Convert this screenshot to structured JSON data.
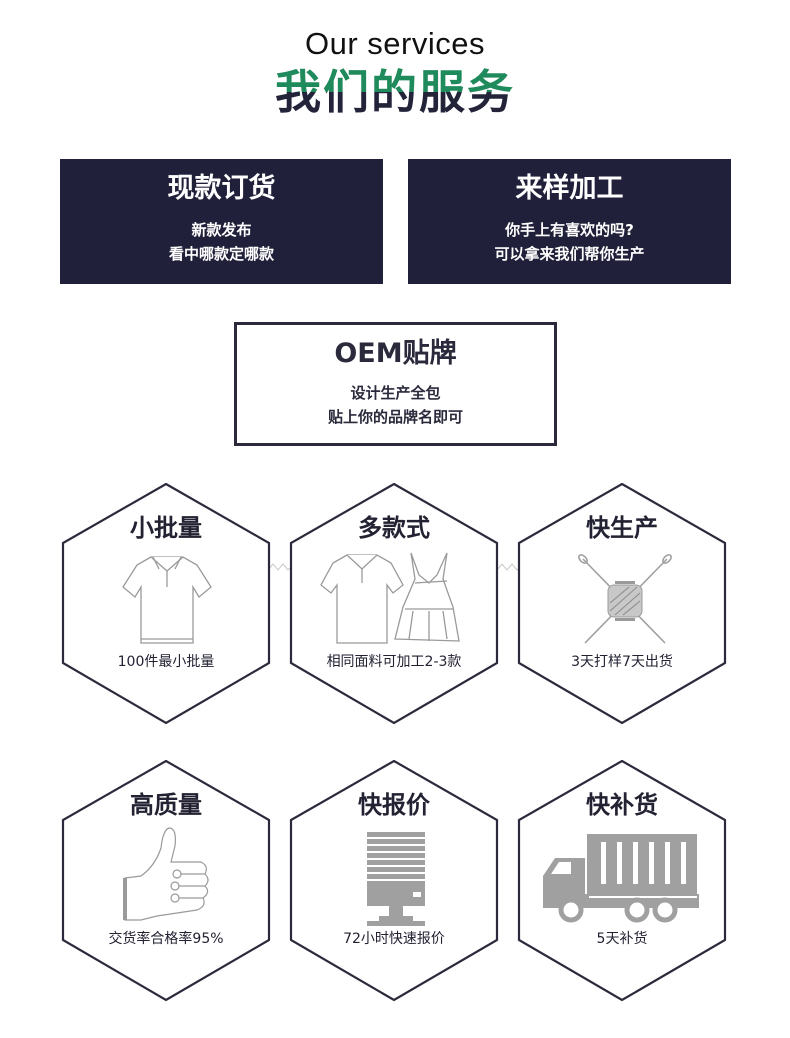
{
  "header": {
    "en_title": "Our services",
    "cn_title": "我们的服务",
    "colors": {
      "green": "#1f8a5c",
      "navy": "#23233a"
    }
  },
  "top_cards": [
    {
      "title": "现款订货",
      "lines": [
        "新款发布",
        "看中哪款定哪款"
      ]
    },
    {
      "title": "来样加工",
      "lines": [
        "你手上有喜欢的吗?",
        "可以拿来我们帮你生产"
      ]
    }
  ],
  "oem_card": {
    "title": "OEM贴牌",
    "lines": [
      "设计生产全包",
      "贴上你的品牌名即可"
    ]
  },
  "features": [
    {
      "title": "小批量",
      "caption": "100件最小批量",
      "icon": "polo-shirt-icon"
    },
    {
      "title": "多款式",
      "caption": "相同面料可加工2-3款",
      "icon": "shirt-and-dress-icon"
    },
    {
      "title": "快生产",
      "caption": "3天打样7天出货",
      "icon": "thread-spool-needles-icon"
    },
    {
      "title": "高质量",
      "caption": "交货率合格率95%",
      "icon": "thumbs-up-icon"
    },
    {
      "title": "快报价",
      "caption": "72小时快速报价",
      "icon": "computer-monitor-icon"
    },
    {
      "title": "快补货",
      "caption": "5天补货",
      "icon": "delivery-truck-icon"
    }
  ],
  "colors": {
    "card_bg": "#21203a",
    "hex_stroke": "#2a2a3c",
    "illus_gray": "#a0a0a0"
  }
}
